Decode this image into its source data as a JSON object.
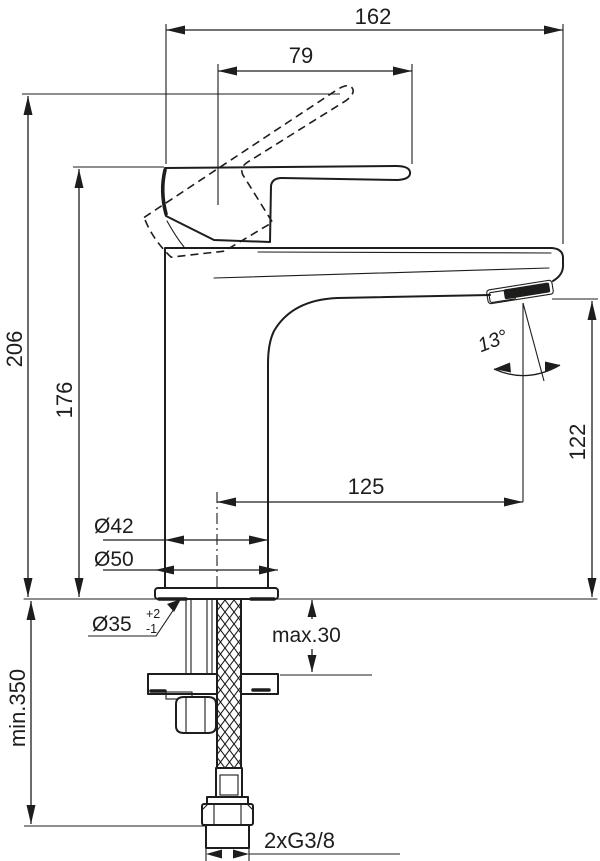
{
  "drawing": {
    "type": "faucet-technical-drawing",
    "labels": {
      "dim_spout_width": "162",
      "dim_handle_length": "79",
      "dim_total_height": "206",
      "dim_height_to_handle": "176",
      "dim_angle": "13°",
      "dim_outlet_height": "122",
      "dim_outlet_reach": "125",
      "dim_body_dia": "Ø42",
      "dim_base_dia": "Ø50",
      "dim_hole_dia": "Ø35",
      "dim_hole_tol_plus": "+2",
      "dim_hole_tol_minus": "-1",
      "dim_deck_max": "max.30",
      "dim_hose_min": "min.350",
      "dim_thread": "2xG3/8"
    },
    "colors": {
      "ink": "#1d1d1b",
      "paper": "#ffffff"
    }
  }
}
